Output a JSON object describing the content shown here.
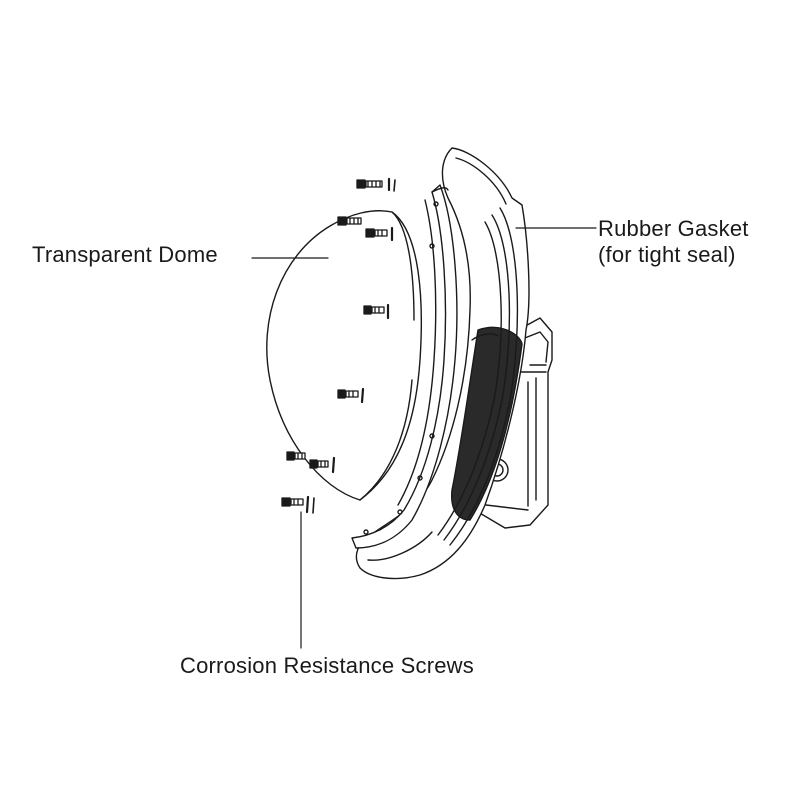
{
  "labels": {
    "dome": "Transparent Dome",
    "gasket_line1": "Rubber Gasket",
    "gasket_line2": "(for tight seal)",
    "screws": "Corrosion Resistance Screws"
  },
  "colors": {
    "ink": "#1a1a1a",
    "background": "#ffffff"
  }
}
